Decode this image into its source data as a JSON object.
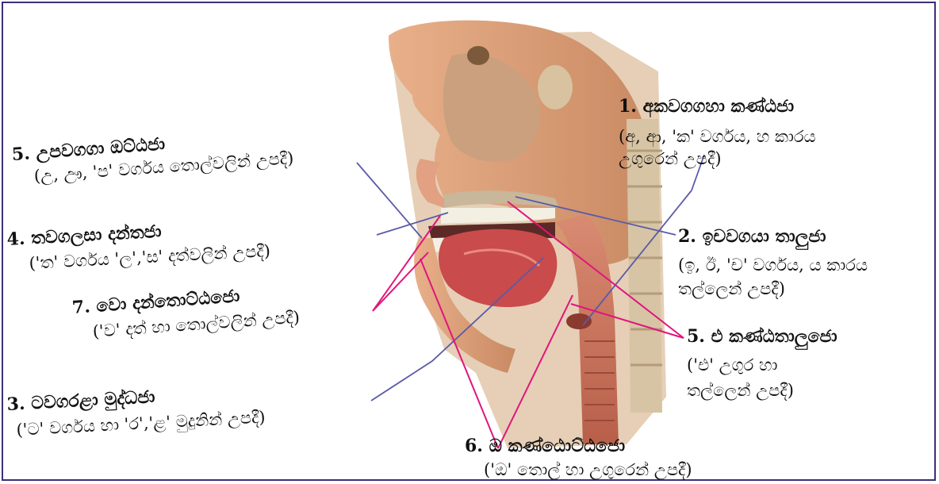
{
  "colors": {
    "frame": "#3b2f7a",
    "pointer_blue": "#5a5aa8",
    "pointer_pink": "#e0157d",
    "tissue": "#d9a07a",
    "bone": "#c8b79a",
    "tongue": "#c94b4b"
  },
  "labels": {
    "l1": {
      "title": "1. අකවගගහා කණ්ඨජා",
      "sub1": "(අ, ආ, 'ක' වර්ගය, හ කාරය",
      "sub2": "උගුරෙන් උපදී)"
    },
    "l2": {
      "title": "2. ඉචවගයා තාලුජා",
      "sub1": "(ඉ, ඊ, 'ච' වර්ගය, ය කාරය",
      "sub2": "තල්ලෙන් උපදී)"
    },
    "l3": {
      "title": "3. ටවගරළා මුද්ධජා",
      "sub1": "('ට' වර්ගය හා 'ර','ළ' මුදුනින් උපදී)"
    },
    "l4": {
      "title": "4. තවගලසා දන්තජා",
      "sub1": "('ත' වර්ගය 'ල','ස' දත්වලින් උපදී)"
    },
    "l5a": {
      "title": "5. උපවගගා ඔට්ඨජා",
      "sub1": "(උ, ඌ, 'ප' වර්ගය තොල්වලින් උපදී)"
    },
    "l5b": {
      "title": "5. එ කණ්ඨතාලුජො",
      "sub1": "('එ' උගුර හා",
      "sub2": "තල්ලෙන් උපදී)"
    },
    "l6": {
      "title": "6. ඔ කණ්ඨොට්ඨජො",
      "sub1": "('ඔ' තොල් හා උගුරෙන් උපදී)"
    },
    "l7": {
      "title": "7. වො දන්තොට්ඨජො",
      "sub1": "('ව' දත් හා තොල්වලින් උපදී)"
    }
  }
}
